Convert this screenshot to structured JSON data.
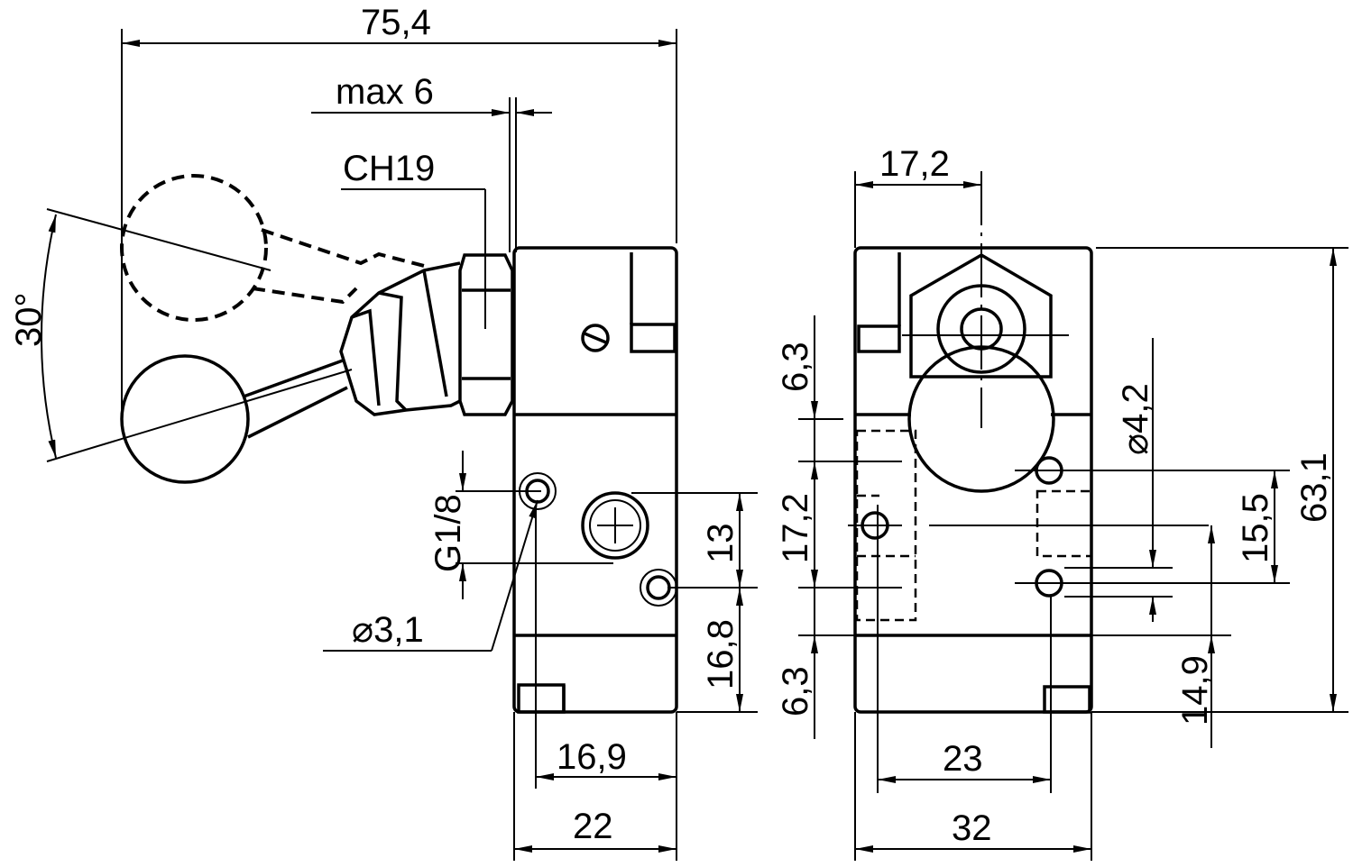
{
  "drawing": {
    "side_view": {
      "dim_overall_length": "75,4",
      "dim_max": "max 6",
      "dim_wrench": "CH19",
      "dim_angle": "30°",
      "dim_thread": "G1/8",
      "dim_hole": "⌀3,1",
      "dim_13": "13",
      "dim_16_8": "16,8",
      "dim_16_9": "16,9",
      "dim_22": "22"
    },
    "front_view": {
      "dim_top": "17,2",
      "dim_6_3_top": "6,3",
      "dim_17_2": "17,2",
      "dim_6_3_bottom": "6,3",
      "dim_hole": "⌀4,2",
      "dim_15_5": "15,5",
      "dim_63_1": "63,1",
      "dim_14_9": "14,9",
      "dim_23": "23",
      "dim_32": "32"
    }
  }
}
